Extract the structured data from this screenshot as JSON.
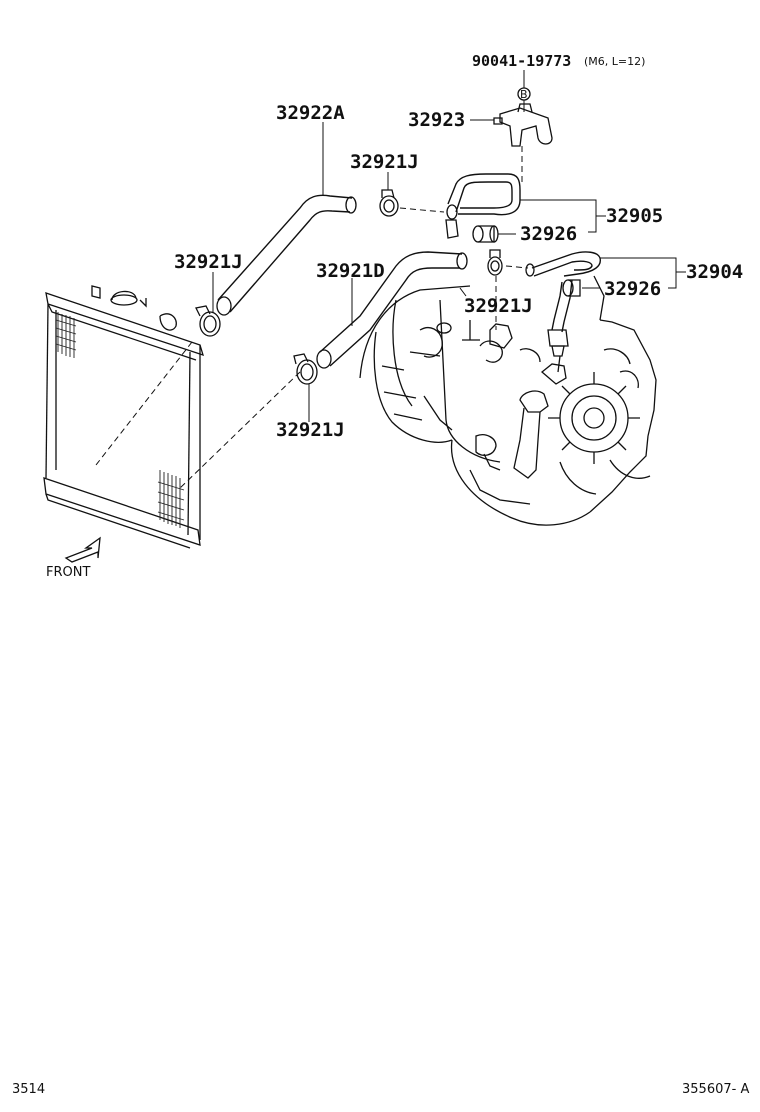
{
  "labels": {
    "bolt": "90041-19773",
    "bolt_spec": "(M6, L=12)",
    "circle_b": "B",
    "clamp_bracket": "32923",
    "hose_upper": "32922A",
    "clamp_j1": "32921J",
    "clamp_j2": "32921J",
    "clamp_j3": "32921J",
    "clamp_j4": "32921J",
    "hose_lower": "32921D",
    "tube_assy_a": "32905",
    "tube_assy_b": "32904",
    "plug_a": "32926",
    "plug_b": "32926",
    "front": "FRONT"
  },
  "footer": {
    "left": "3514",
    "right": "355607- A"
  },
  "colors": {
    "line": "#111111",
    "background": "#ffffff"
  }
}
